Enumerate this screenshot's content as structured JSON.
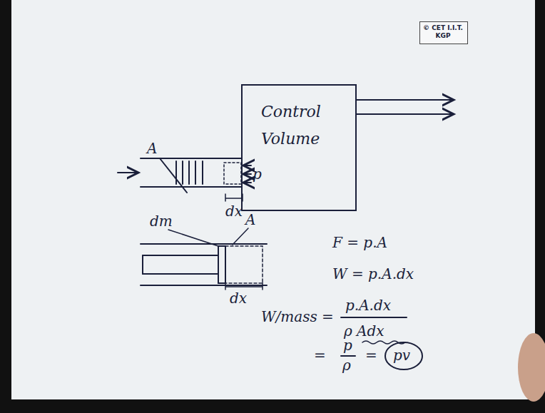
{
  "diagram": {
    "nodes": [
      {
        "text": [
          "© CET I.I.T. KGP"
        ]
      },
      {
        "text": [
          "Control Volume"
        ]
      }
    ],
    "labels": [
      "A",
      "p",
      "dx",
      "dm",
      "A",
      "dx",
      "F = p.A",
      "W = p.A.dx",
      "W/mass =",
      "p.A.dx",
      "ρ Adx",
      "=",
      "p",
      "ρ",
      "=",
      "pv"
    ]
  }
}
